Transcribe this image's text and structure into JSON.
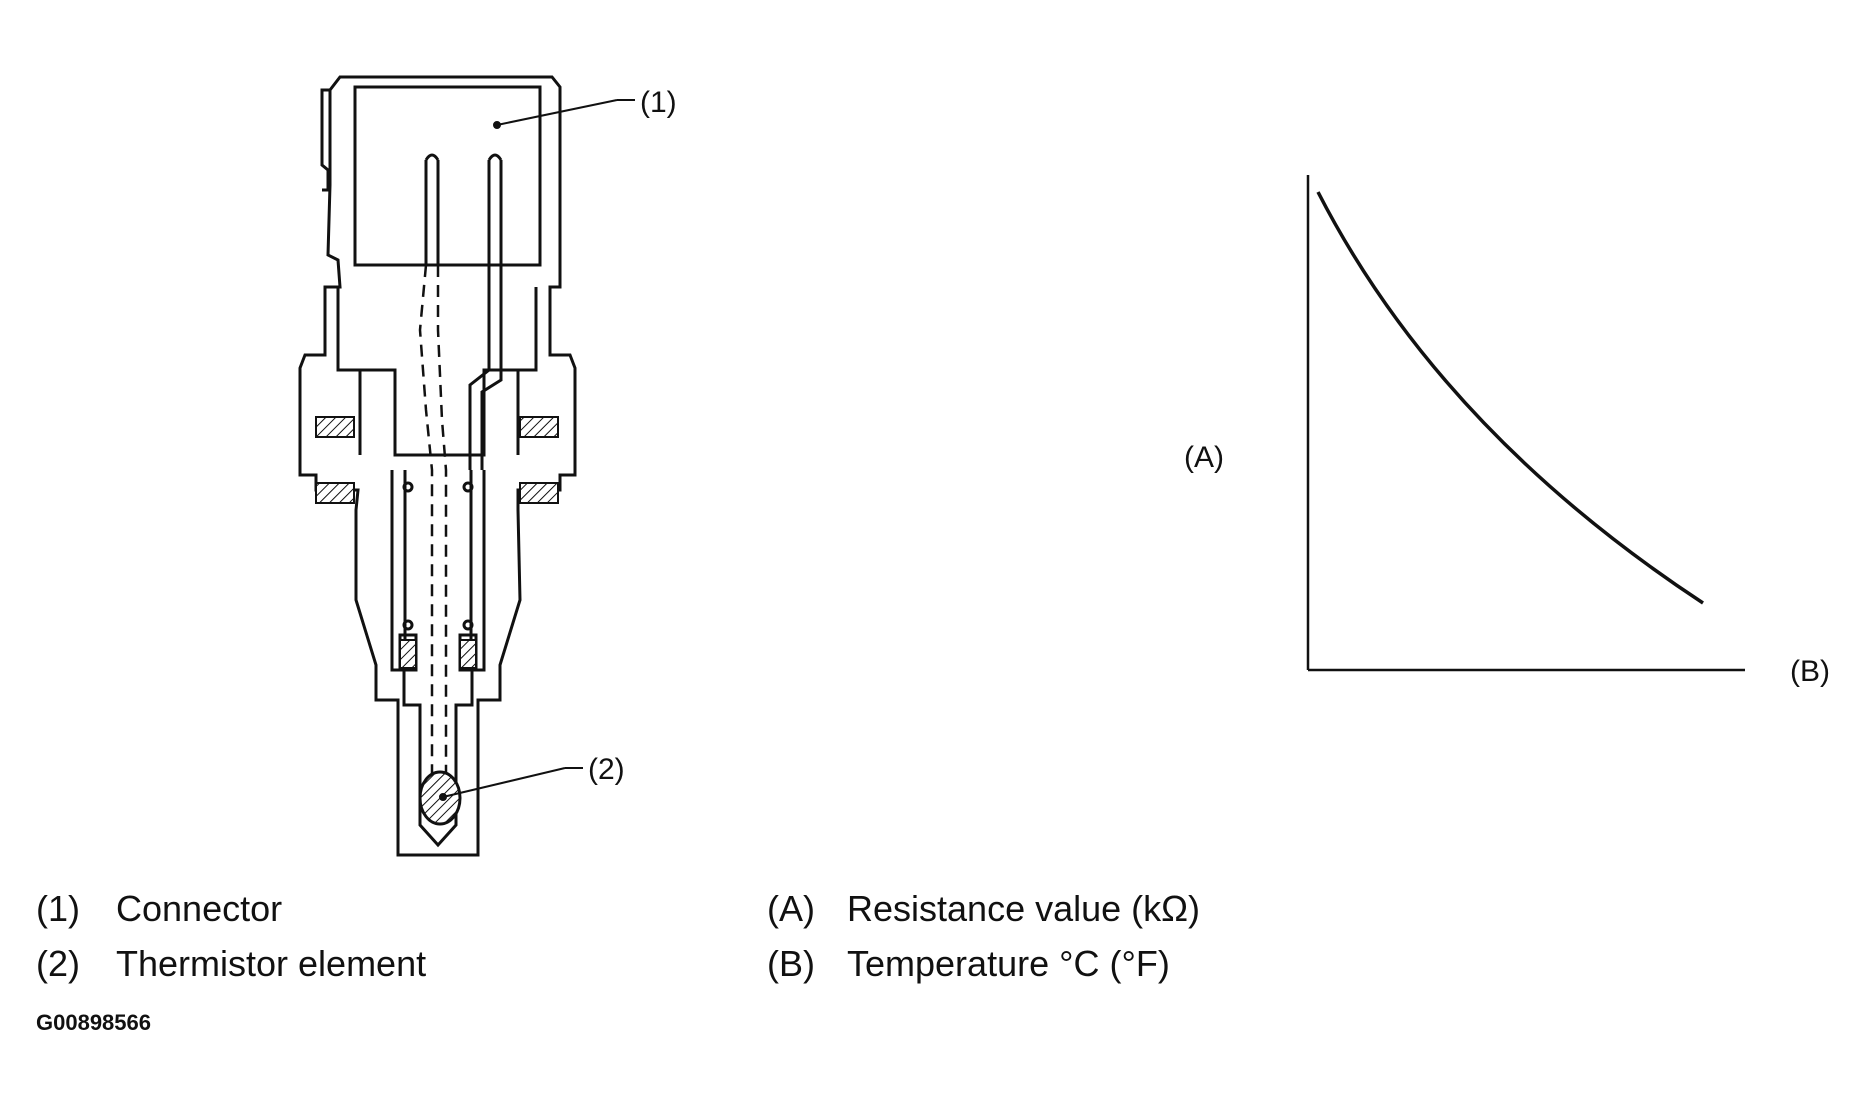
{
  "diagram": {
    "callouts": {
      "connector": "(1)",
      "thermistor": "(2)",
      "axis_y": "(A)",
      "axis_x": "(B)"
    }
  },
  "legend": {
    "left": [
      {
        "key": "(1)",
        "text": "Connector"
      },
      {
        "key": "(2)",
        "text": "Thermistor element"
      }
    ],
    "right": [
      {
        "key": "(A)",
        "text": "Resistance value (kΩ)"
      },
      {
        "key": "(B)",
        "text": "Temperature °C (°F)"
      }
    ]
  },
  "figure_id": "G00898566"
}
